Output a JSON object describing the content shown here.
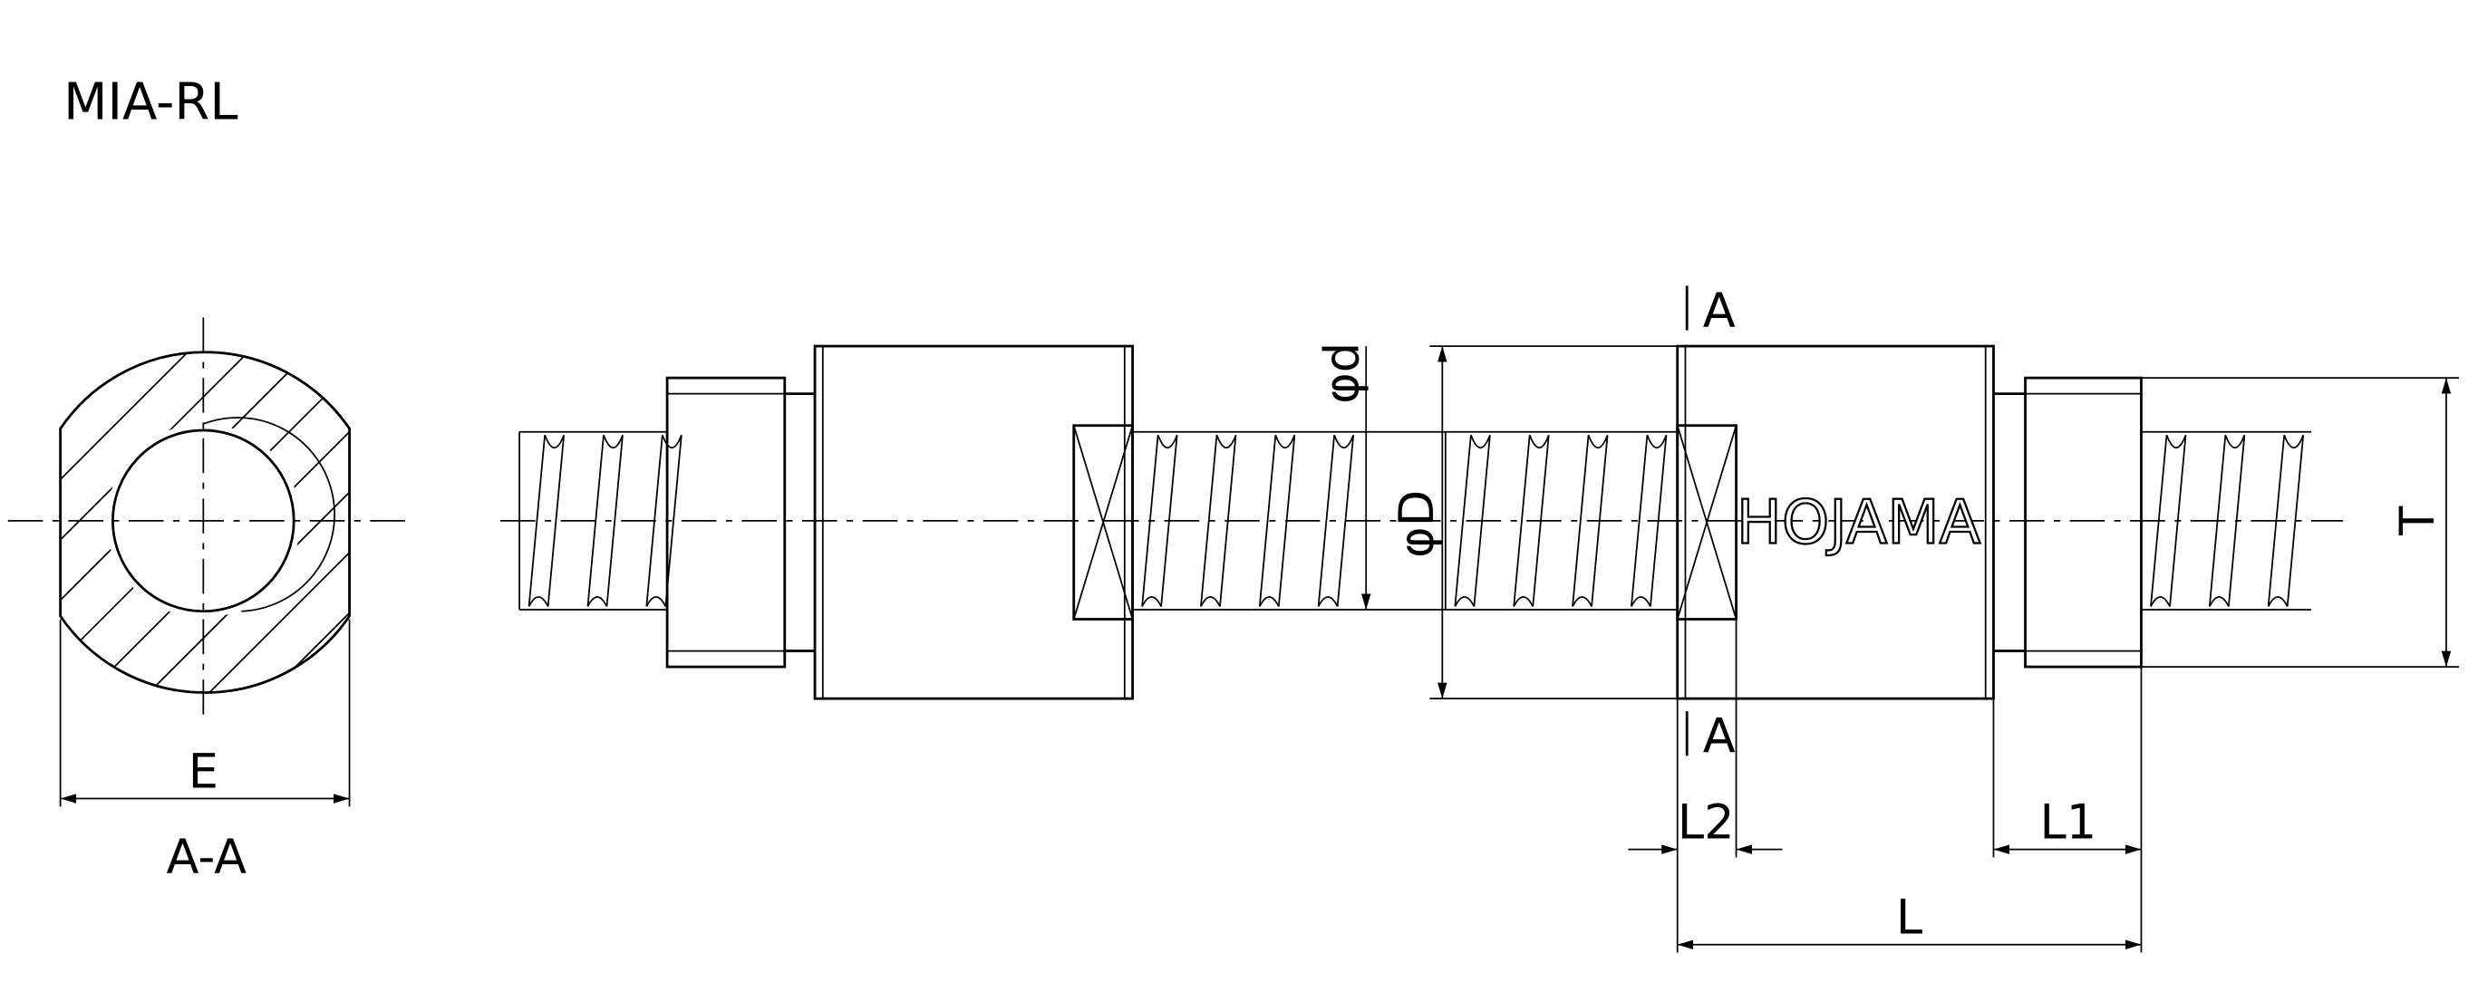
{
  "title": "MIA-RL",
  "section_view": {
    "label": "A-A",
    "dim_E": "E"
  },
  "brand": "HOJAMA",
  "section_markers": {
    "top": "A",
    "bottom": "A"
  },
  "dimensions": {
    "phi_d": "φd",
    "phi_D": "φD",
    "L": "L",
    "L1": "L1",
    "L2": "L2",
    "T": "T"
  }
}
